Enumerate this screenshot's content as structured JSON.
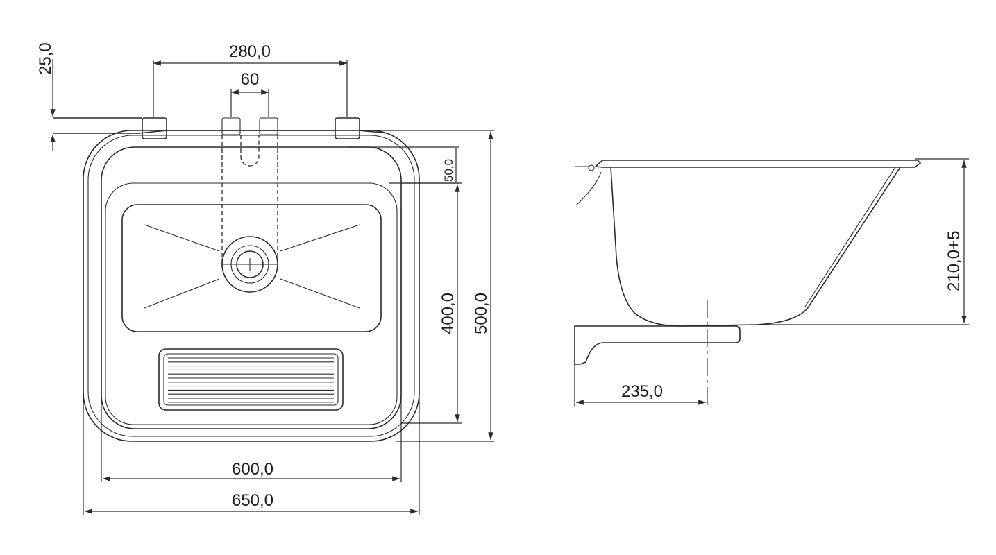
{
  "diagram": {
    "top_view": {
      "dimensions": {
        "overhang": "25,0",
        "tap_mounts": "280,0",
        "tap_holes": "60",
        "rim": "50,0",
        "bowl_depth_inner": "400,0",
        "total_depth": "500,0",
        "bowl_width_inner": "600,0",
        "total_width": "650,0"
      }
    },
    "side_view": {
      "dimensions": {
        "height": "210,0+5",
        "bracket_depth": "235,0"
      }
    }
  }
}
